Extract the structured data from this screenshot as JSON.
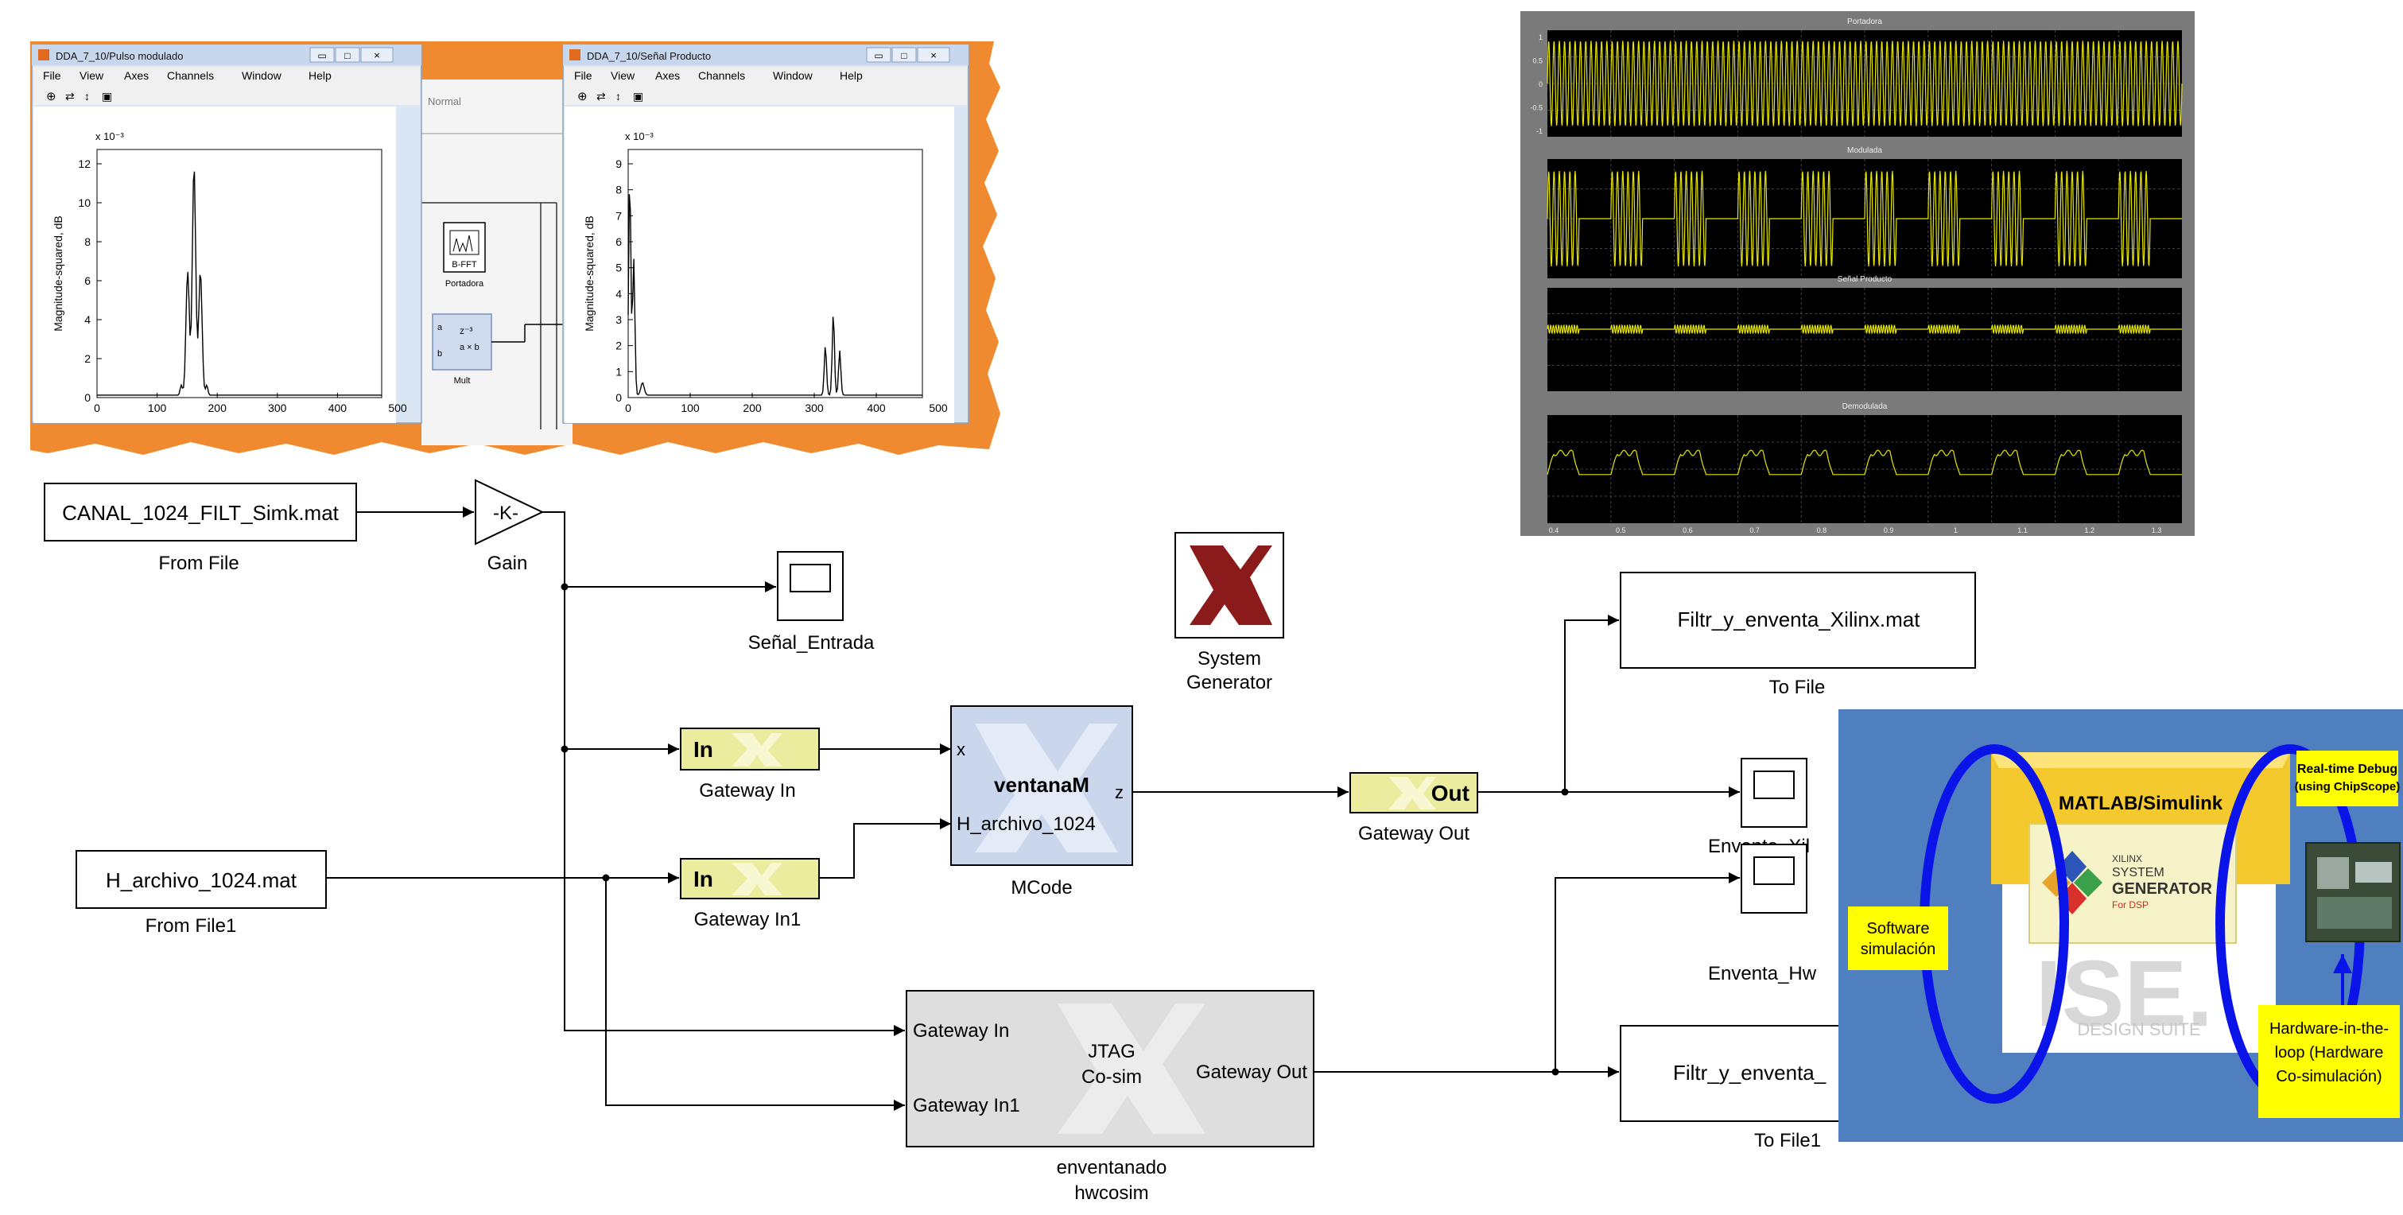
{
  "scope_window_1": {
    "title": "DDA_7_10/Pulso modulado",
    "menu": [
      "File",
      "View",
      "Axes",
      "Channels",
      "Window",
      "Help"
    ],
    "exponent": "x 10⁻³",
    "ylabel": "Magnitude-squared, dB",
    "yticks": [
      "0",
      "2",
      "4",
      "6",
      "8",
      "10",
      "12"
    ],
    "xticks": [
      "0",
      "100",
      "200",
      "300",
      "400",
      "500"
    ]
  },
  "scope_window_2": {
    "title": "DDA_7_10/Señal Producto",
    "menu": [
      "File",
      "View",
      "Axes",
      "Channels",
      "Window",
      "Help"
    ],
    "exponent": "x 10⁻³",
    "ylabel": "Magnitude-squared, dB",
    "yticks": [
      "0",
      "1",
      "2",
      "3",
      "4",
      "5",
      "6",
      "7",
      "8",
      "9"
    ],
    "xticks": [
      "0",
      "100",
      "200",
      "300",
      "400",
      "500"
    ]
  },
  "background_fragment": {
    "normal_label": "Normal",
    "fft_block": "B-FFT",
    "fft_caption": "Portadora",
    "mult_caption": "Mult",
    "mult_in_a": "a",
    "mult_in_b": "b",
    "mult_expr": "a × b",
    "mult_delay": "z⁻³"
  },
  "time_scope": {
    "panel_titles": [
      "Portadora",
      "Modulada",
      "Señal Producto",
      "Demodulada"
    ],
    "yticks_top": [
      "1",
      "0.5",
      "0",
      "-0.5",
      "-1"
    ],
    "xticks": [
      "0.4",
      "0.5",
      "0.6",
      "0.7",
      "0.8",
      "0.9",
      "1",
      "1.1",
      "1.2",
      "1.3"
    ],
    "line_color": "#e6e600"
  },
  "blocks": {
    "from_file": {
      "text": "CANAL_1024_FILT_Simk.mat",
      "caption": "From File"
    },
    "gain": {
      "text": "-K-",
      "caption": "Gain"
    },
    "scope_entrada": {
      "caption": "Señal_Entrada"
    },
    "system_generator": {
      "caption_line1": "System",
      "caption_line2": "Generator"
    },
    "gateway_in": {
      "text": "In",
      "caption": "Gateway In"
    },
    "gateway_in1": {
      "text": "In",
      "caption": "Gateway In1"
    },
    "mcode": {
      "title": "ventanaM",
      "port_x": "x",
      "port_h": "H_archivo_1024",
      "port_z": "z",
      "caption": "MCode"
    },
    "gateway_out": {
      "text": "Out",
      "caption": "Gateway Out"
    },
    "to_file": {
      "text": "Filtr_y_enventa_Xilinx.mat",
      "caption": "To File"
    },
    "scope_xil": {
      "caption": "Enventa_Xil"
    },
    "scope_hw": {
      "caption": "Enventa_Hw"
    },
    "to_file1": {
      "text": "Filtr_y_enventa_",
      "caption": "To File1"
    },
    "from_file1": {
      "text": "H_archivo_1024.mat",
      "caption": "From File1"
    },
    "hwcosim": {
      "port_in": "Gateway In",
      "port_in1": "Gateway In1",
      "port_out": "Gateway Out",
      "center_line1": "JTAG",
      "center_line2": "Co-sim",
      "caption_line1": "enventanado",
      "caption_line2": "hwcosim"
    }
  },
  "infographic": {
    "header": "MATLAB/Simulink",
    "realtime_line1": "Real-time Debug",
    "realtime_line2": "(using ChipScope)",
    "software_line1": "Software",
    "software_line2": "simulación",
    "hardware_line1": "Hardware-in-the-",
    "hardware_line2": "loop (Hardware",
    "hardware_line3": "Co-simulación)",
    "xilinx_small": "XILINX",
    "sysgen_line1": "SYSTEM",
    "sysgen_line2": "GENERATOR",
    "sysgen_line3": "For DSP",
    "ise": "ISE.",
    "design_suite": "DESIGN SUITE"
  },
  "colors": {
    "gateway_fill": "#ecec9e",
    "mcode_fill": "#c9d6ec",
    "hwcosim_fill": "#dedede",
    "xilinx_red": "#8b1a1a",
    "infographic_bg": "#4f7fbf",
    "ring_blue": "#0a14e8",
    "note_yellow": "#ffff00",
    "scope_bg": "#000000",
    "scope_frame": "#7a7a7a",
    "torn_orange": "#f08a30"
  }
}
